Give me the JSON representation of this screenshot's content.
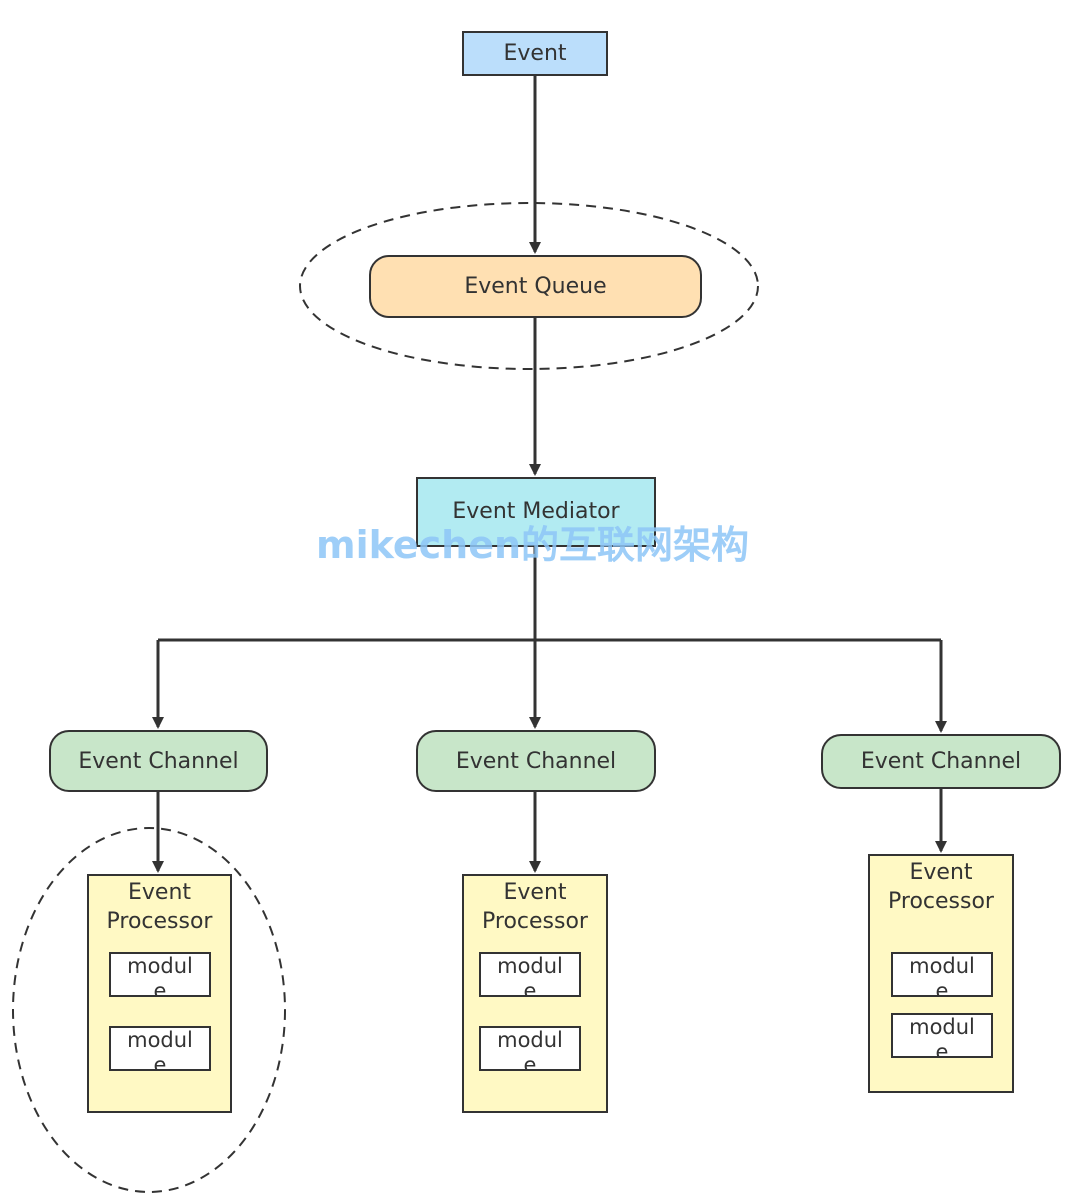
{
  "nodes": {
    "event": "Event",
    "queue": "Event Queue",
    "mediator": "Event Mediator",
    "channels": [
      "Event Channel",
      "Event Channel",
      "Event Channel"
    ],
    "processors": [
      {
        "label": "Event\nProcessor",
        "modules": [
          "modul\ne",
          "modul\ne"
        ]
      },
      {
        "label": "Event\nProcessor",
        "modules": [
          "modul\ne",
          "modul\ne"
        ]
      },
      {
        "label": "Event\nProcessor",
        "modules": [
          "modul\ne",
          "modul\ne"
        ]
      }
    ]
  },
  "watermark": "mikechen的互联网架构",
  "colors": {
    "event": "#bbdefb",
    "queue": "#ffe0b2",
    "mediator": "#b2ebf2",
    "channel": "#c8e6c9",
    "processor": "#fff9c4",
    "line": "#333333"
  }
}
